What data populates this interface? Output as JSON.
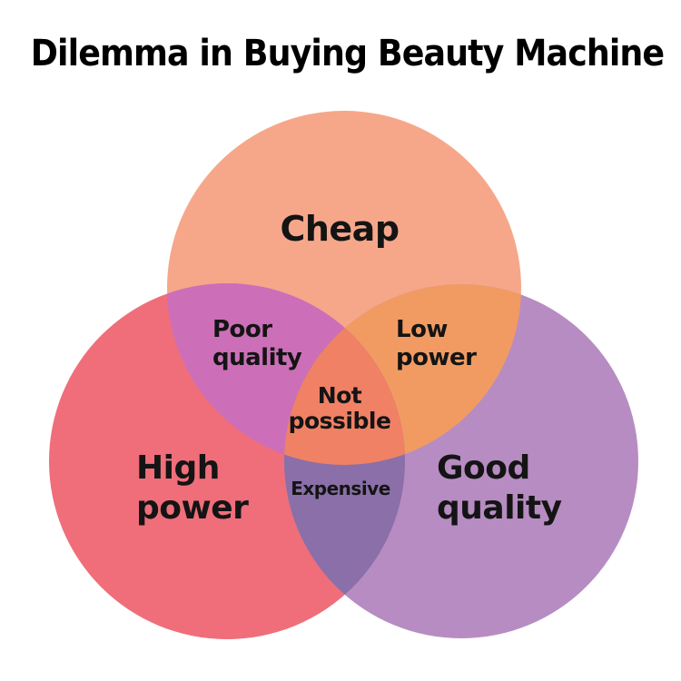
{
  "title": "Dilemma in Buying Beauty Machine",
  "diagram": {
    "type": "venn-3",
    "colors": {
      "background": "#FFFFFF",
      "title_text": "#000000",
      "label_text": "#141414",
      "cheap": "#F6A78A",
      "high_power": "#EF6E7A",
      "good_quality": "#B78CC2",
      "poor_quality": "#CC6FB8",
      "low_power": "#F19B63",
      "expensive": "#8A6FA8",
      "not_possible": "#F08165"
    },
    "sets": [
      {
        "label": "Cheap",
        "position": "top"
      },
      {
        "label": "High power",
        "position": "bottom-left"
      },
      {
        "label": "Good quality",
        "position": "bottom-right"
      }
    ],
    "intersections": [
      {
        "between": [
          "Cheap",
          "High power"
        ],
        "label": "Poor quality"
      },
      {
        "between": [
          "Cheap",
          "Good quality"
        ],
        "label": "Low power"
      },
      {
        "between": [
          "High power",
          "Good quality"
        ],
        "label": "Expensive"
      },
      {
        "between": [
          "Cheap",
          "High power",
          "Good quality"
        ],
        "label": "Not possible"
      }
    ],
    "labels": {
      "cheap": [
        "Cheap"
      ],
      "poor_quality": [
        "Poor",
        "quality"
      ],
      "low_power": [
        "Low",
        "power"
      ],
      "not_possible": [
        "Not",
        "possible"
      ],
      "expensive": [
        "Expensive"
      ],
      "high_power": [
        "High",
        "power"
      ],
      "good_quality": [
        "Good",
        "quality"
      ]
    }
  }
}
